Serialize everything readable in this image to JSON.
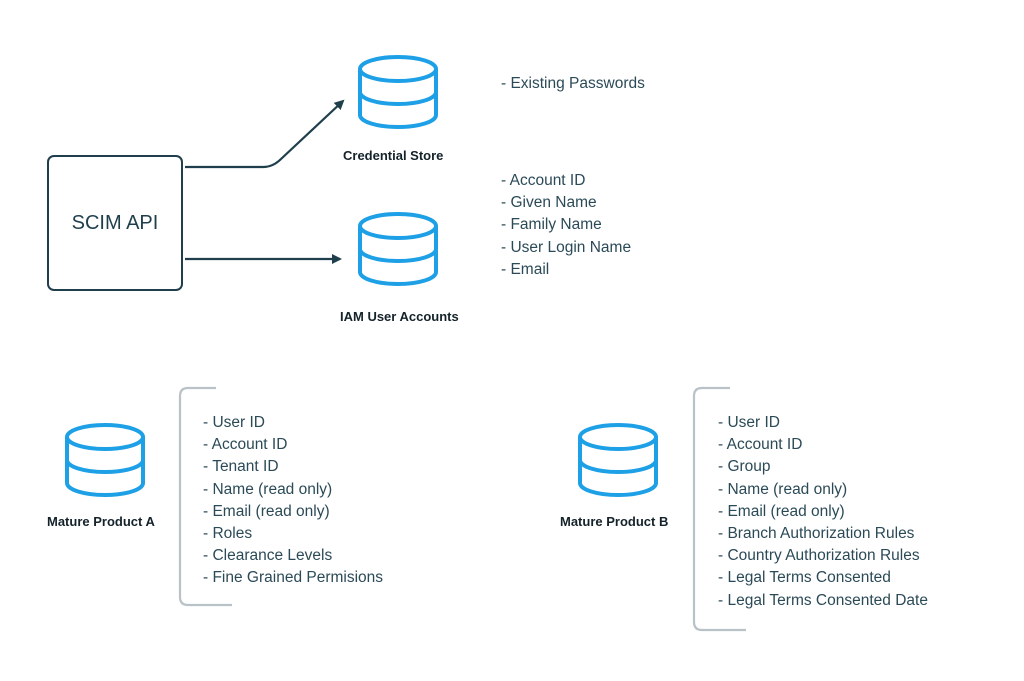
{
  "scim": {
    "label": "SCIM API"
  },
  "credential_store": {
    "label": "Credential Store",
    "attributes": [
      "- Existing Passwords"
    ]
  },
  "iam_accounts": {
    "label": "IAM User Accounts",
    "attributes": [
      "- Account ID",
      "- Given Name",
      "- Family Name",
      "- User Login Name",
      "- Email"
    ]
  },
  "product_a": {
    "label": "Mature Product A",
    "attributes": [
      "- User ID",
      "- Account ID",
      "- Tenant ID",
      "- Name (read only)",
      "- Email (read only)",
      "- Roles",
      "- Clearance Levels",
      "- Fine Grained Permisions"
    ]
  },
  "product_b": {
    "label": "Mature Product B",
    "attributes": [
      "- User ID",
      "- Account ID",
      "- Group",
      "- Name (read only)",
      "- Email (read only)",
      "- Branch Authorization Rules",
      "- Country Authorization Rules",
      "- Legal Terms Consented",
      "- Legal Terms Consented Date"
    ]
  },
  "colors": {
    "database": "#1ea0e6",
    "box_border": "#1f3f4c",
    "arrow": "#1f3f4c",
    "bracket": "#b9c2c6",
    "text": "#2b4a57"
  },
  "icons": {
    "database": "database-icon",
    "arrow": "arrow-icon"
  }
}
